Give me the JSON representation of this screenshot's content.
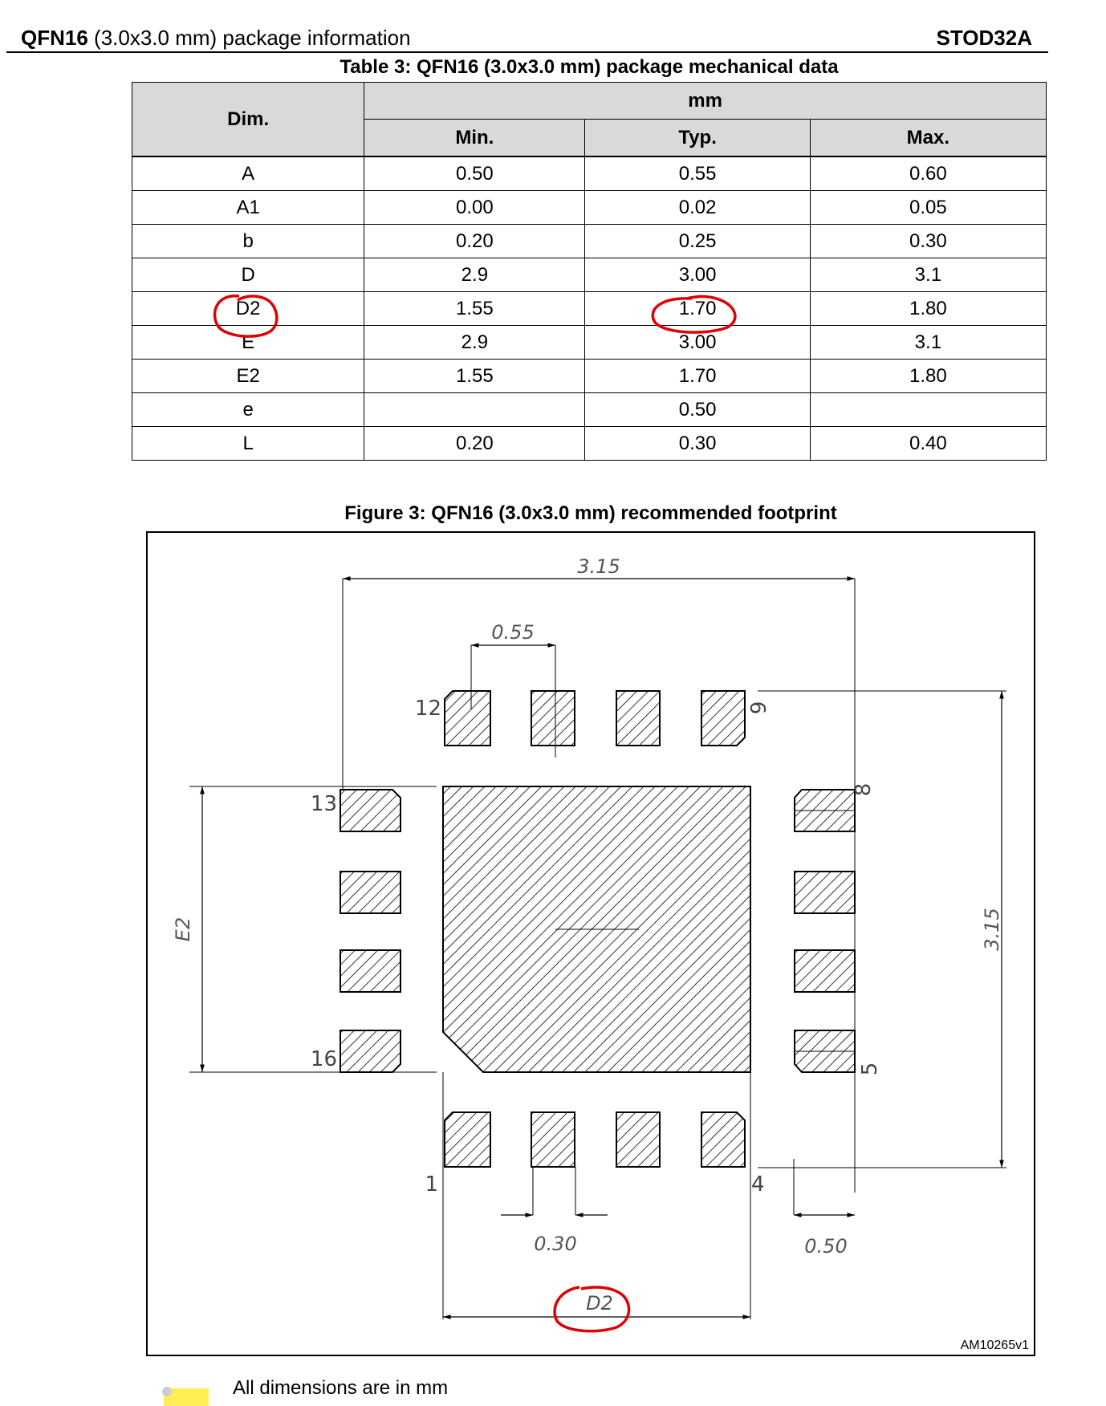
{
  "header": {
    "left_bold": "QFN16",
    "left_rest": " (3.0x3.0 mm) package information",
    "right": "STOD32A"
  },
  "table": {
    "caption": "Table 3: QFN16 (3.0x3.0 mm) package mechanical data",
    "head_dim": "Dim.",
    "head_unit": "mm",
    "head_min": "Min.",
    "head_typ": "Typ.",
    "head_max": "Max.",
    "rows": [
      {
        "dim": "A",
        "min": "0.50",
        "typ": "0.55",
        "max": "0.60"
      },
      {
        "dim": "A1",
        "min": "0.00",
        "typ": "0.02",
        "max": "0.05"
      },
      {
        "dim": "b",
        "min": "0.20",
        "typ": "0.25",
        "max": "0.30"
      },
      {
        "dim": "D",
        "min": "2.9",
        "typ": "3.00",
        "max": "3.1"
      },
      {
        "dim": "D2",
        "min": "1.55",
        "typ": "1.70",
        "max": "1.80"
      },
      {
        "dim": "E",
        "min": "2.9",
        "typ": "3.00",
        "max": "3.1"
      },
      {
        "dim": "E2",
        "min": "1.55",
        "typ": "1.70",
        "max": "1.80"
      },
      {
        "dim": "e",
        "min": "",
        "typ": "0.50",
        "max": ""
      },
      {
        "dim": "L",
        "min": "0.20",
        "typ": "0.30",
        "max": "0.40"
      }
    ],
    "highlight_color": "#e00000"
  },
  "figure": {
    "caption": "Figure 3: QFN16 (3.0x3.0 mm) recommended footprint",
    "dim_total_width": "3.15",
    "dim_total_height": "3.15",
    "dim_pad_pitch": "0.55",
    "dim_pad_width": "0.30",
    "dim_pad_length": "0.50",
    "dim_e2": "E2",
    "dim_d2": "D2",
    "pin_labels": {
      "p1": "1",
      "p4": "4",
      "p5": "5",
      "p8": "8",
      "p9": "9",
      "p12": "12",
      "p13": "13",
      "p16": "16"
    },
    "figure_id": "AM10265v1"
  },
  "note": {
    "text": "All dimensions are in mm"
  }
}
